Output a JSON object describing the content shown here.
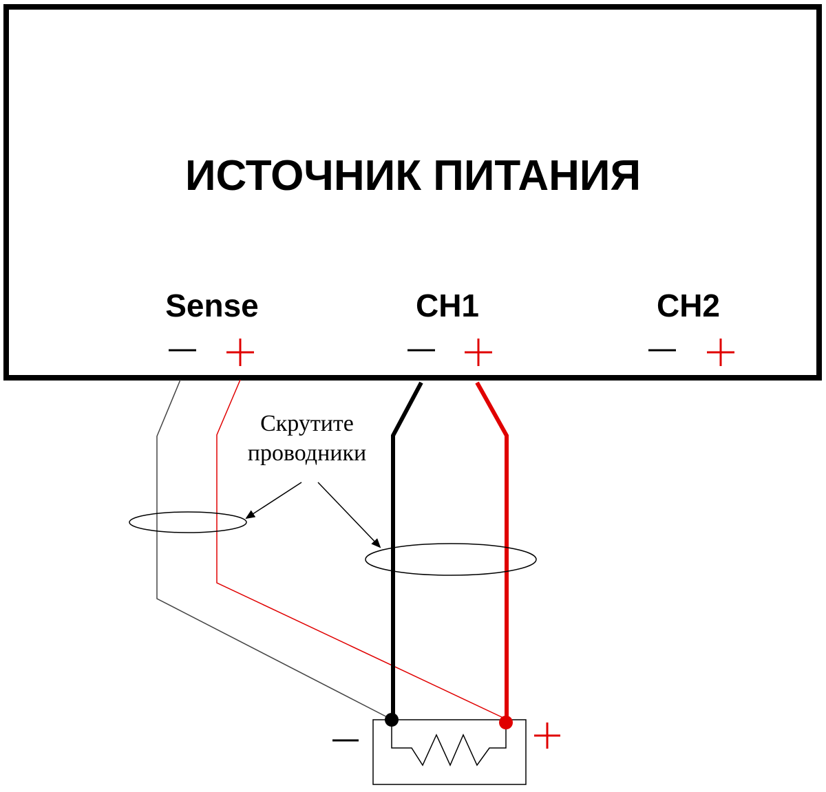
{
  "supply": {
    "title": "ИСТОЧНИК ПИТАНИЯ",
    "terminals": [
      {
        "label": "Sense"
      },
      {
        "label": "CH1"
      },
      {
        "label": "CH2"
      }
    ]
  },
  "annotation": {
    "line1": "Скрутите",
    "line2": "проводники"
  },
  "colors": {
    "positive": "#e00000",
    "negative": "#000000"
  }
}
